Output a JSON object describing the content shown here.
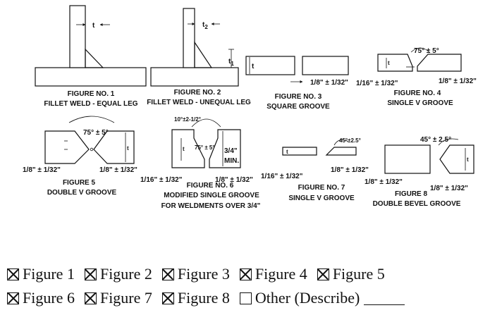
{
  "figures": {
    "f1": {
      "number": "FIGURE NO. 1",
      "name": "FILLET WELD - EQUAL LEG",
      "thickness": "t"
    },
    "f2": {
      "number": "FIGURE NO. 2",
      "name": "FILLET WELD - UNEQUAL LEG",
      "t1": "t",
      "t1_sub": "1",
      "t2": "t",
      "t2_sub": "2"
    },
    "f3": {
      "number": "FIGURE NO. 3",
      "name": "SQUARE GROOVE",
      "thickness": "t",
      "gap": "1/8\" ± 1/32\""
    },
    "f4": {
      "number": "FIGURE NO. 4",
      "name": "SINGLE V GROOVE",
      "angle": "75° ± 5°",
      "root_face": "1/16\" ± 1/32\"",
      "gap": "1/8\" ± 1/32\"",
      "thickness": "t"
    },
    "f5": {
      "number": "FIGURE 5",
      "name": "DOUBLE V GROOVE",
      "angle": "75° ± 5°",
      "root_face": "1/8\" ± 1/32\"",
      "gap": "1/8\" ± 1/32\"",
      "thickness": "t"
    },
    "f6": {
      "number": "FIGURE NO. 6",
      "name": "MODIFIED SINGLE GROOVE",
      "name2": "FOR WELDMENTS OVER 3/4\"",
      "top_angle": "10°±2-1/2°",
      "angle": "75° ± 5°",
      "min_thickness": "3/4\"",
      "min_label": "MIN.",
      "root_face": "1/16\" ± 1/32\"",
      "gap": "1/8\" ± 1/32\"",
      "thickness": "t"
    },
    "f7": {
      "number": "FIGURE NO. 7",
      "name": "SINGLE V GROOVE",
      "angle": "45°±2.5°",
      "root_face": "1/16\" ± 1/32\"",
      "gap": "1/8\" ± 1/32\"",
      "thickness": "t"
    },
    "f8": {
      "number": "FIGURE 8",
      "name": "DOUBLE BEVEL GROOVE",
      "angle": "45° ± 2.5°",
      "root_face": "1/8\" ± 1/32\"",
      "gap": "1/8\" ± 1/32\"",
      "thickness": "t"
    }
  },
  "checklist": [
    {
      "label": "Figure 1",
      "checked": true
    },
    {
      "label": "Figure 2",
      "checked": true
    },
    {
      "label": "Figure 3",
      "checked": true
    },
    {
      "label": "Figure 4",
      "checked": true
    },
    {
      "label": "Figure 5",
      "checked": true
    },
    {
      "label": "Figure 6",
      "checked": true
    },
    {
      "label": "Figure 7",
      "checked": true
    },
    {
      "label": "Figure 8",
      "checked": true
    },
    {
      "label": "Other (Describe)",
      "checked": false
    }
  ]
}
